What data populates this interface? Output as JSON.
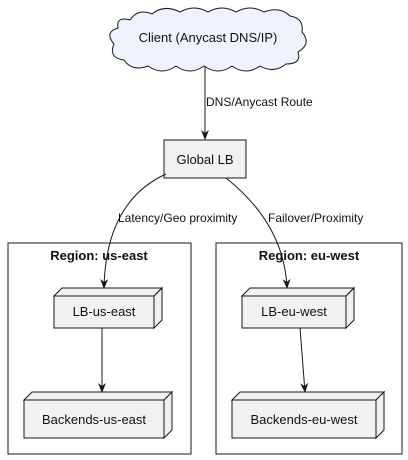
{
  "client": {
    "label": "Client (Anycast DNS/IP)"
  },
  "global_lb": {
    "label": "Global LB"
  },
  "edges": {
    "client_to_global": "DNS/Anycast Route",
    "global_to_east": "Latency/Geo proximity",
    "global_to_west": "Failover/Proximity"
  },
  "regions": {
    "east": {
      "title": "Region: us-east",
      "lb": "LB-us-east",
      "backends": "Backends-us-east"
    },
    "west": {
      "title": "Region: eu-west",
      "lb": "LB-eu-west",
      "backends": "Backends-eu-west"
    }
  },
  "colors": {
    "cloud_fill": "#eef3fb",
    "node_fill": "#f1f1f1",
    "stroke": "#181818"
  }
}
